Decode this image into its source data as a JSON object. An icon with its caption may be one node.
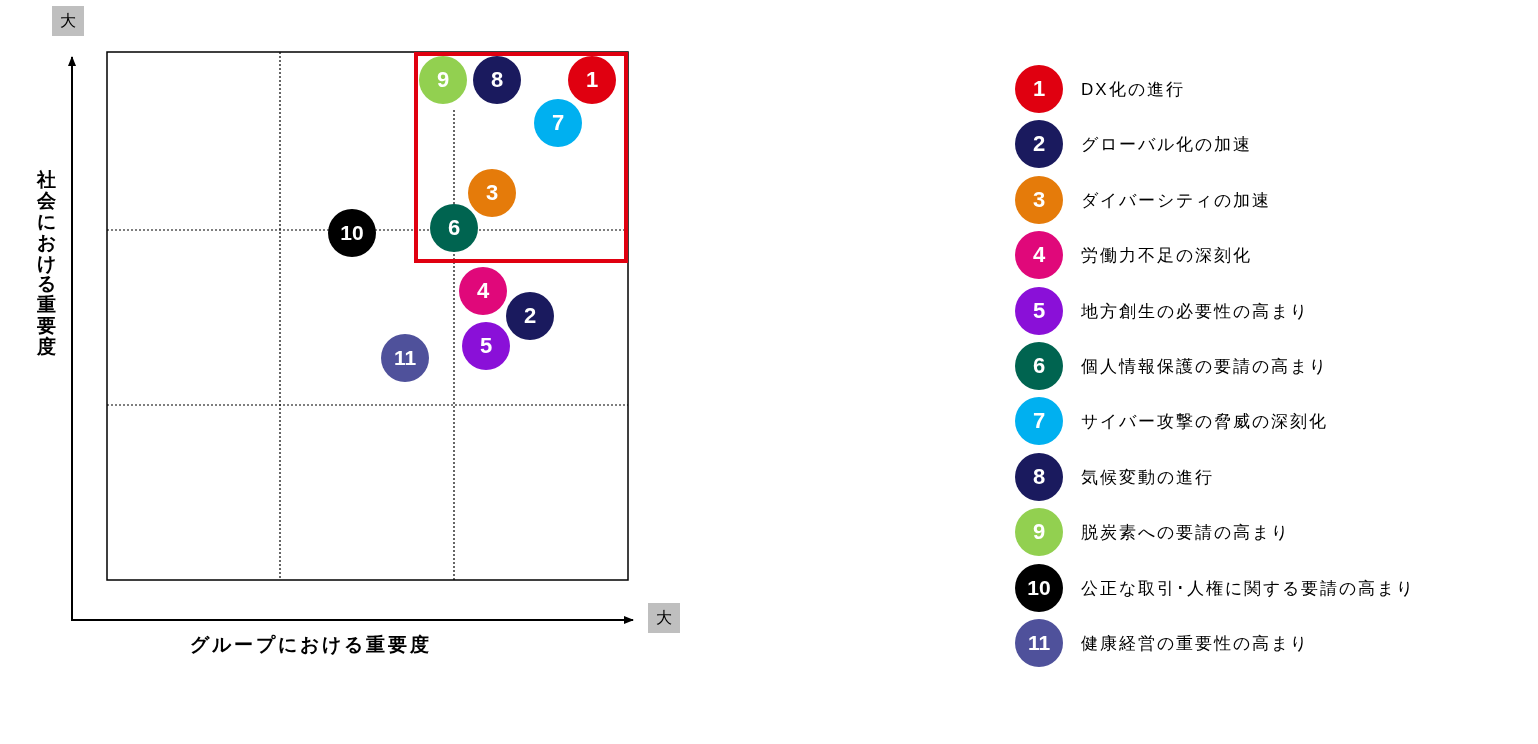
{
  "diagram": {
    "nodes": [
      {
        "text": [],
        "shape": "box"
      },
      {
        "text": [
          "9"
        ],
        "in": 0
      },
      {
        "text": [
          "8"
        ],
        "in": 0
      },
      {
        "text": [
          "1"
        ],
        "in": 0
      },
      {
        "text": [
          "7"
        ],
        "in": 0
      },
      {
        "text": [
          "3"
        ],
        "in": 0
      },
      {
        "text": [
          "6"
        ],
        "in": 0
      },
      {
        "text": [
          "10"
        ]
      },
      {
        "text": [
          "4"
        ]
      },
      {
        "text": [
          "2"
        ]
      },
      {
        "text": [
          "5"
        ]
      },
      {
        "text": [
          "11"
        ]
      },
      {
        "text": [
          "1"
        ],
        "beside": [
          "DX化の進行"
        ]
      },
      {
        "text": [
          "2"
        ],
        "beside": [
          "グローバル化の加速"
        ]
      },
      {
        "text": [
          "3"
        ],
        "beside": [
          "ダイバーシティの加速"
        ]
      },
      {
        "text": [
          "4"
        ],
        "beside": [
          "労働力不足の深刻化"
        ]
      },
      {
        "text": [
          "5"
        ],
        "beside": [
          "地方創生の必要性の高まり"
        ]
      },
      {
        "text": [
          "6"
        ],
        "beside": [
          "個人情報保護の要請の高まり"
        ]
      },
      {
        "text": [
          "7"
        ],
        "beside": [
          "サイバー攻撃の脅威の深刻化"
        ]
      },
      {
        "text": [
          "8"
        ],
        "beside": [
          "気候変動の進行"
        ]
      },
      {
        "text": [
          "9"
        ],
        "beside": [
          "脱炭素への要請の高まり"
        ]
      },
      {
        "text": [
          "10"
        ],
        "beside": [
          "公正な取引･人権に関する要請の高まり"
        ]
      },
      {
        "text": [
          "11"
        ],
        "beside": [
          "健康経営の重要性の高まり"
        ]
      }
    ],
    "labels": [
      "大",
      "社会における重要度",
      "大",
      "グループにおける重要度"
    ]
  }
}
